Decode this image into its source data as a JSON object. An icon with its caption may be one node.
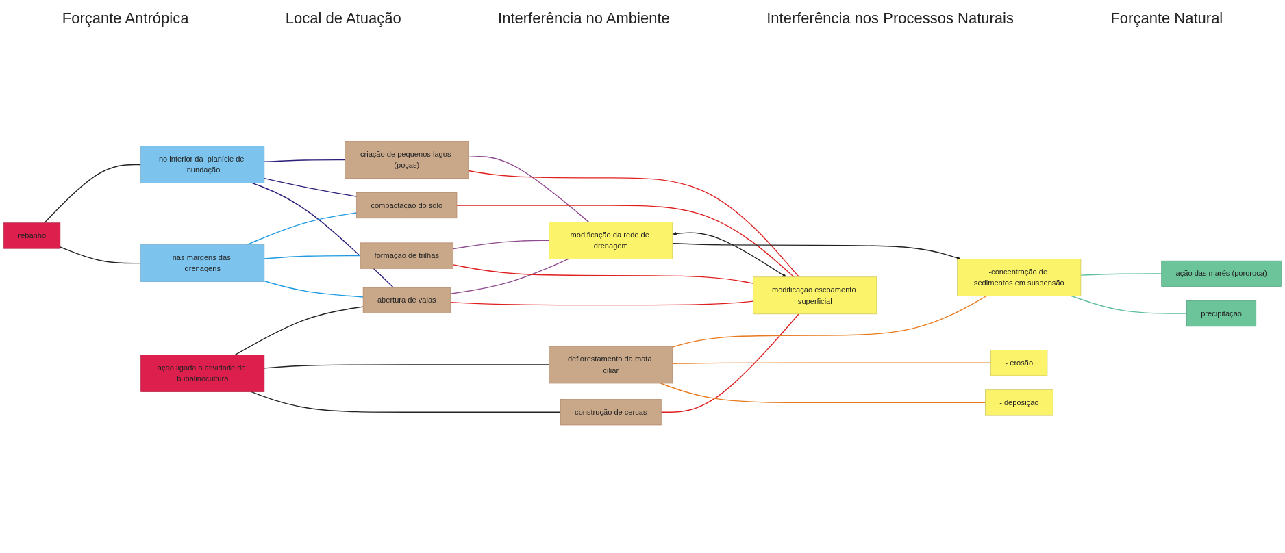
{
  "diagram": {
    "nodes": [
      {
        "text": [
          "rebanho"
        ]
      },
      {
        "text": [
          "no interior da  planície de inundação"
        ]
      },
      {
        "text": [
          "nas margens das drenagens"
        ]
      },
      {
        "text": [
          "ação ligada a atividade de bubalinocultura"
        ]
      },
      {
        "text": [
          "criação de pequenos lagos (poças)"
        ]
      },
      {
        "text": [
          "compactação do solo"
        ]
      },
      {
        "text": [
          "formação de trilhas"
        ]
      },
      {
        "text": [
          "abertura de  valas"
        ]
      },
      {
        "text": [
          "deflorestamento da mata ciliar"
        ]
      },
      {
        "text": [
          "construção de cercas"
        ]
      },
      {
        "text": [
          "modificação da rede de drenagem"
        ]
      },
      {
        "text": [
          "modificação escoamento superficial"
        ]
      },
      {
        "text": [
          "-concentração de sedimentos em suspensão"
        ]
      },
      {
        "text": [
          "- erosão"
        ]
      },
      {
        "text": [
          "- deposição"
        ]
      },
      {
        "text": [
          "ação das marés (pororoca)"
        ]
      },
      {
        "text": [
          "precipitação"
        ]
      }
    ],
    "edges": [
      {
        "from": 0,
        "to": 1,
        "arrow": "none"
      },
      {
        "from": 0,
        "to": 2,
        "arrow": "none"
      },
      {
        "from": 1,
        "to": 4,
        "arrow": "none",
        "color": "#2a1f7a"
      },
      {
        "from": 1,
        "to": 5,
        "arrow": "none",
        "color": "#2a1f7a"
      },
      {
        "from": 1,
        "to": 7,
        "arrow": "none",
        "color": "#2a1f7a"
      },
      {
        "from": 2,
        "to": 5,
        "arrow": "none",
        "color": "#1e9be0"
      },
      {
        "from": 2,
        "to": 6,
        "arrow": "none",
        "color": "#1e9be0"
      },
      {
        "from": 2,
        "to": 7,
        "arrow": "none",
        "color": "#1e9be0"
      },
      {
        "from": 3,
        "to": 7,
        "arrow": "none"
      },
      {
        "from": 3,
        "to": 8,
        "arrow": "none"
      },
      {
        "from": 3,
        "to": 9,
        "arrow": "none"
      },
      {
        "from": 4,
        "to": 10,
        "arrow": "none",
        "color": "#8e4a8e"
      },
      {
        "from": 6,
        "to": 10,
        "arrow": "none",
        "color": "#8e4a8e"
      },
      {
        "from": 7,
        "to": 10,
        "arrow": "none",
        "color": "#8e4a8e"
      },
      {
        "from": 4,
        "to": 11,
        "arrow": "none",
        "color": "#e02020"
      },
      {
        "from": 5,
        "to": 11,
        "arrow": "none",
        "color": "#e02020"
      },
      {
        "from": 6,
        "to": 11,
        "arrow": "none",
        "color": "#e02020"
      },
      {
        "from": 7,
        "to": 11,
        "arrow": "none",
        "color": "#e02020"
      },
      {
        "from": 9,
        "to": 11,
        "arrow": "none",
        "color": "#e02020"
      },
      {
        "from": 8,
        "to": 12,
        "arrow": "none",
        "color": "#e87a1e"
      },
      {
        "from": 8,
        "to": 13,
        "arrow": "none",
        "color": "#e87a1e"
      },
      {
        "from": 8,
        "to": 14,
        "arrow": "none",
        "color": "#e87a1e"
      },
      {
        "from": 10,
        "to": 11,
        "arrow": "both"
      },
      {
        "from": 10,
        "to": 12,
        "arrow": "to"
      },
      {
        "from": 12,
        "to": 15,
        "arrow": "none",
        "color": "#5fbf9a"
      },
      {
        "from": 12,
        "to": 16,
        "arrow": "none",
        "color": "#5fbf9a"
      }
    ],
    "labels": [
      "Forçante Antrópica",
      "Local de Atuação",
      "Interferência no Ambiente",
      "Interferência nos Processos Naturais",
      "Forçante Natural"
    ]
  }
}
